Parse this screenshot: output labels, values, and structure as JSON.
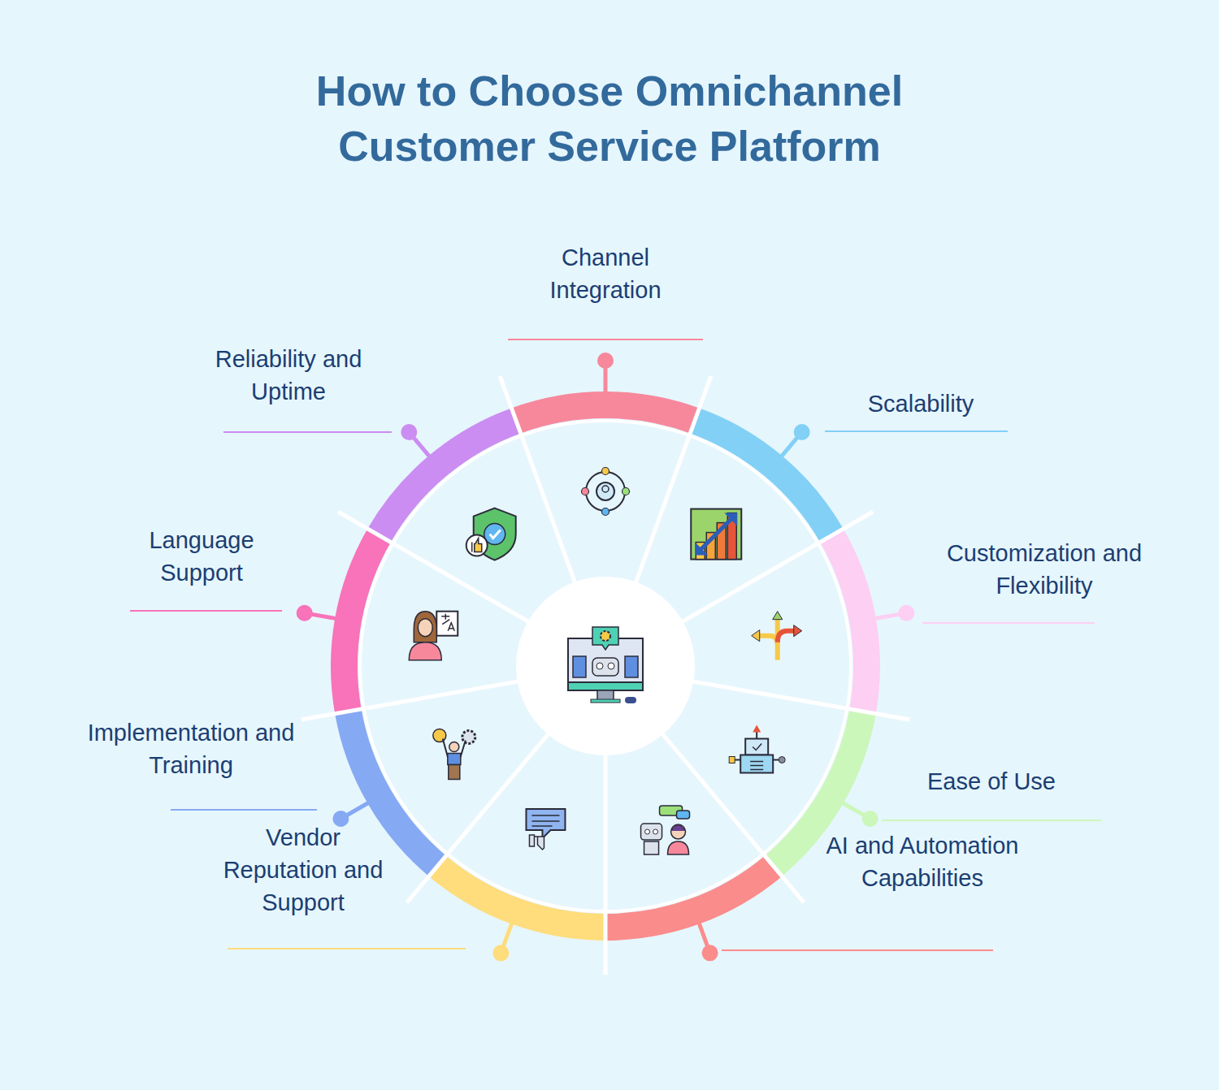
{
  "diagram": {
    "title": "How to Choose Omnichannel Customer Service Platform",
    "labels": [
      "Channel Integration",
      "Scalability",
      "Customization and Flexibility",
      "Ease of Use",
      "AI and Automation Capabilities",
      "Vendor Reputation and Support",
      "Implementation and Training",
      "Language Support",
      "Reliability and Uptime"
    ]
  }
}
